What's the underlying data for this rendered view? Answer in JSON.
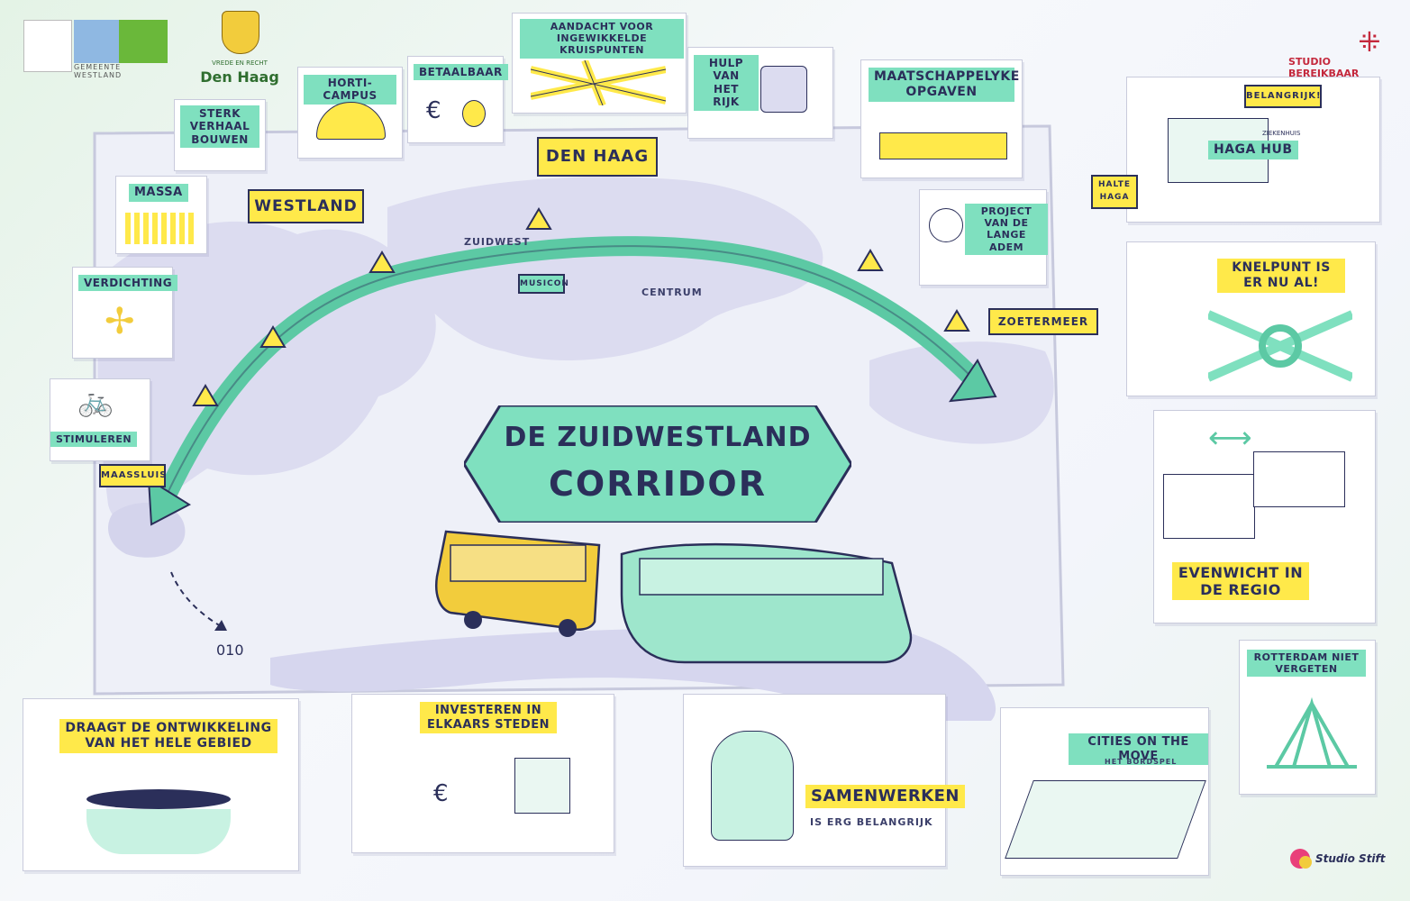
{
  "logos": {
    "westland": "GEMEENTE WESTLAND",
    "den_haag_motto": [
      "VREDE",
      "EN",
      "RECHT"
    ],
    "den_haag": "Den Haag",
    "studio_bereikbaar": "STUDIO BEREIKBAAR",
    "studio_stift": "Studio Stift"
  },
  "title": {
    "line1": "DE ZUIDWESTLAND",
    "line2": "CORRIDOR"
  },
  "top_labels": {
    "sterk_verhaal": "STERK VERHAAL BOUWEN",
    "horti_campus": "HORTI-CAMPUS",
    "betaalbaar": "BETAALBAAR",
    "aandacht": "AANDACHT VOOR INGEWIKKELDE KRUISPUNTEN",
    "hulp": "HULP VAN HET RIJK",
    "maatschappelijke": "MAATSCHAPPELYKE OPGAVEN",
    "massa": "MASSA",
    "verdichting": "VERDICHTING",
    "stimuleren": "STIMULEREN",
    "project_lange_adem": "PROJECT VAN DE LANGE ADEM"
  },
  "map_labels": {
    "westland": "WESTLAND",
    "den_haag": "DEN HAAG",
    "zuidwest": "ZUIDWEST",
    "centrum": "CENTRUM",
    "musicon": "MUSICON",
    "zoetermeer": "ZOETERMEER",
    "maassluis": "MAASSLUIS",
    "code_010": "010"
  },
  "right_panels": {
    "belangrijk": "BELANGRIJK!",
    "haga_hub": "HAGA HUB",
    "haga_hub_small": "ZIEKENHUIS",
    "halte_haga": "HALTE HAGA",
    "knelpunt": "KNELPUNT IS ER NU AL!",
    "evenwicht": "EVENWICHT IN DE REGIO",
    "rotterdam": "ROTTERDAM NIET VERGETEN"
  },
  "bottom_panels": {
    "draagt": "DRAAGT DE ONTWIKKELING VAN HET HELE GEBIED",
    "investeren": "INVESTEREN IN ELKAARS STEDEN",
    "samenwerken": "SAMENWERKEN",
    "samenwerken_sub": "IS ERG BELANGRIJK",
    "cities": "CITIES ON THE MOVE",
    "cities_sub": "HET BORDSPEL"
  },
  "colors": {
    "accent_green": "#7fe0bf",
    "arrow_green": "#5cc9a4",
    "sign_yellow": "#ffe94a",
    "map_lavender": "#dcdcf0",
    "ink": "#2b2f5a"
  }
}
